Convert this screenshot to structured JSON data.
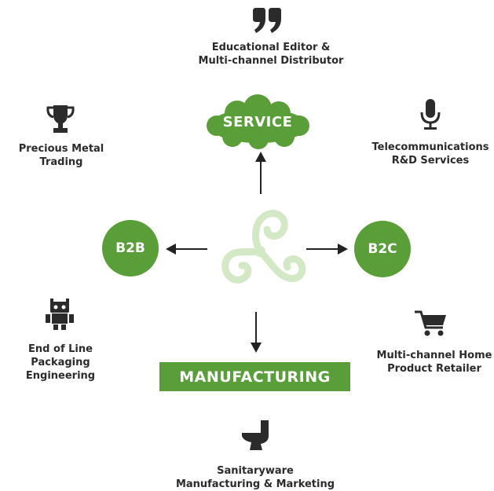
{
  "center": {
    "service_label": "SERVICE",
    "b2b_label": "B2B",
    "b2c_label": "B2C",
    "manufacturing_label": "MANUFACTURING"
  },
  "items": [
    {
      "key": "edu",
      "icon": "quote-icon",
      "line1": "Educational Editor &",
      "line2": "Multi-channel Distributor"
    },
    {
      "key": "metal",
      "icon": "trophy-icon",
      "line1": "Precious Metal",
      "line2": "Trading"
    },
    {
      "key": "telecom",
      "icon": "microphone-icon",
      "line1": "Telecommunications",
      "line2": "R&D Services"
    },
    {
      "key": "packaging",
      "icon": "robot-icon",
      "line1": "End of Line Packaging",
      "line2": "Engineering"
    },
    {
      "key": "retail",
      "icon": "shopping-cart-icon",
      "line1": "Multi-channel Home",
      "line2": "Product Retailer"
    },
    {
      "key": "sanitary",
      "icon": "toilet-icon",
      "line1": "Sanitaryware",
      "line2": "Manufacturing & Marketing"
    }
  ],
  "colors": {
    "green": "#5a9e3a",
    "triskelion": "#d3e8c5",
    "text": "#2b2b2b"
  }
}
